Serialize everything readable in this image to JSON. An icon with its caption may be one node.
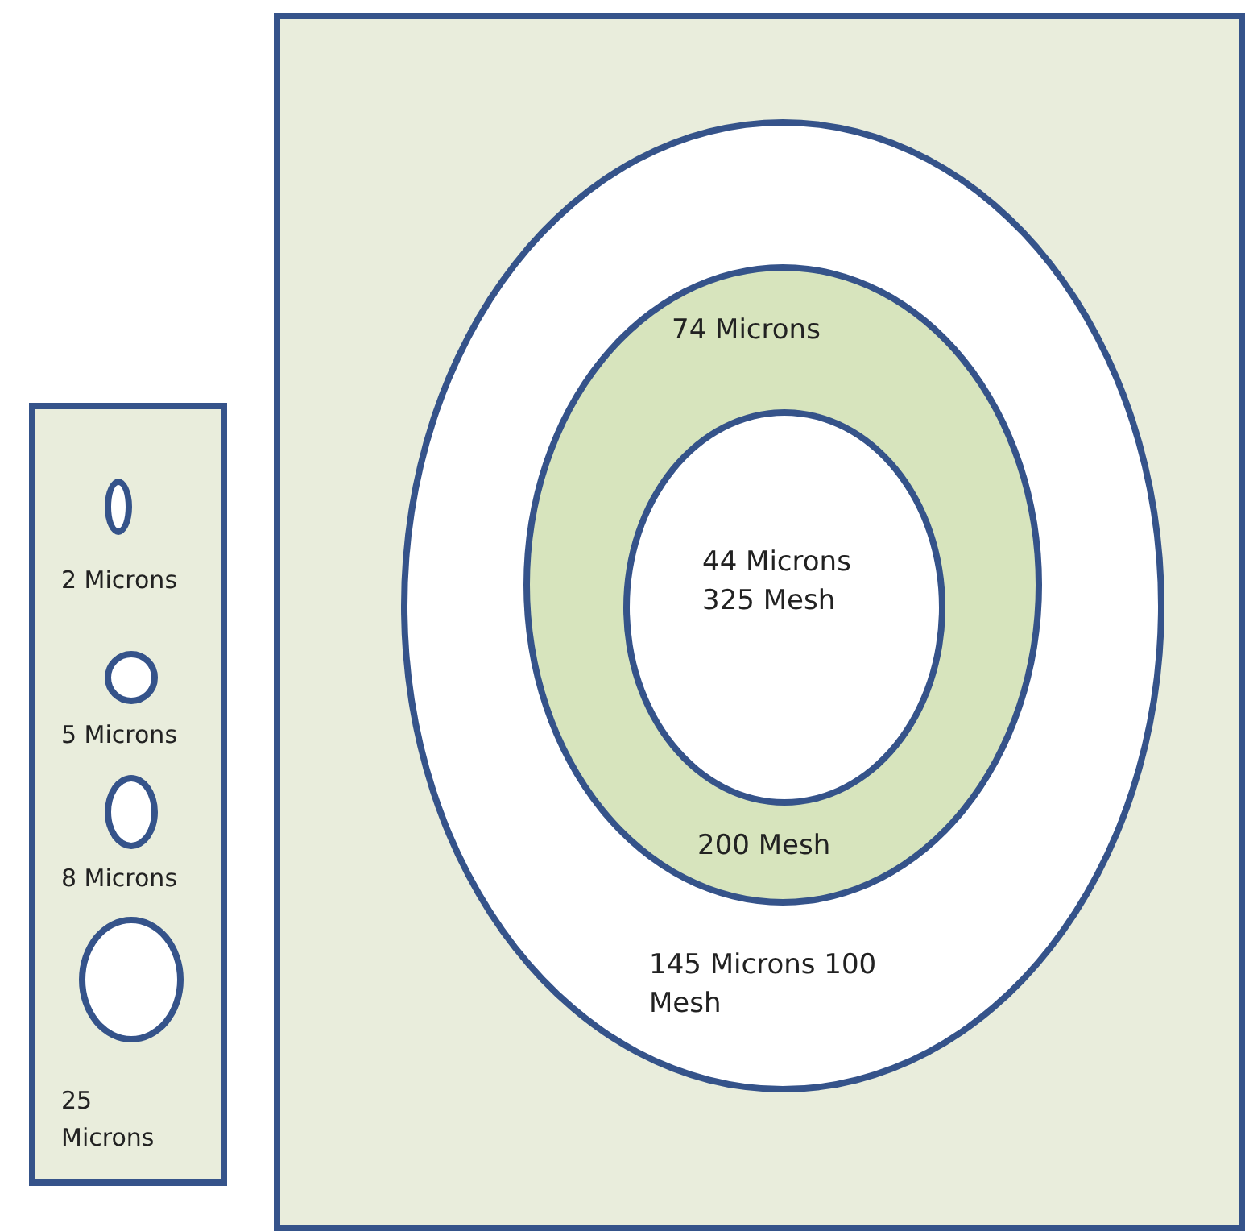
{
  "diagram": {
    "nodes": [
      {
        "text": [],
        "shape": "box"
      },
      {
        "text": [],
        "shape": "circle",
        "in": 0,
        "beside": [
          "2 Microns"
        ]
      },
      {
        "text": [],
        "shape": "circle",
        "in": 0,
        "beside": [
          "5 Microns"
        ]
      },
      {
        "text": [],
        "shape": "circle",
        "in": 0,
        "beside": [
          "8 Microns"
        ]
      },
      {
        "text": [],
        "shape": "circle",
        "in": 0,
        "beside": [
          "25 Microns"
        ]
      },
      {
        "text": [],
        "shape": "box"
      },
      {
        "text": [
          "145 Microns 100 Mesh"
        ],
        "in": 5
      },
      {
        "text": [
          "74 Microns",
          "200 Mesh"
        ],
        "in": 6
      },
      {
        "text": [
          "44 Microns 325 Mesh"
        ],
        "in": 7
      }
    ]
  }
}
